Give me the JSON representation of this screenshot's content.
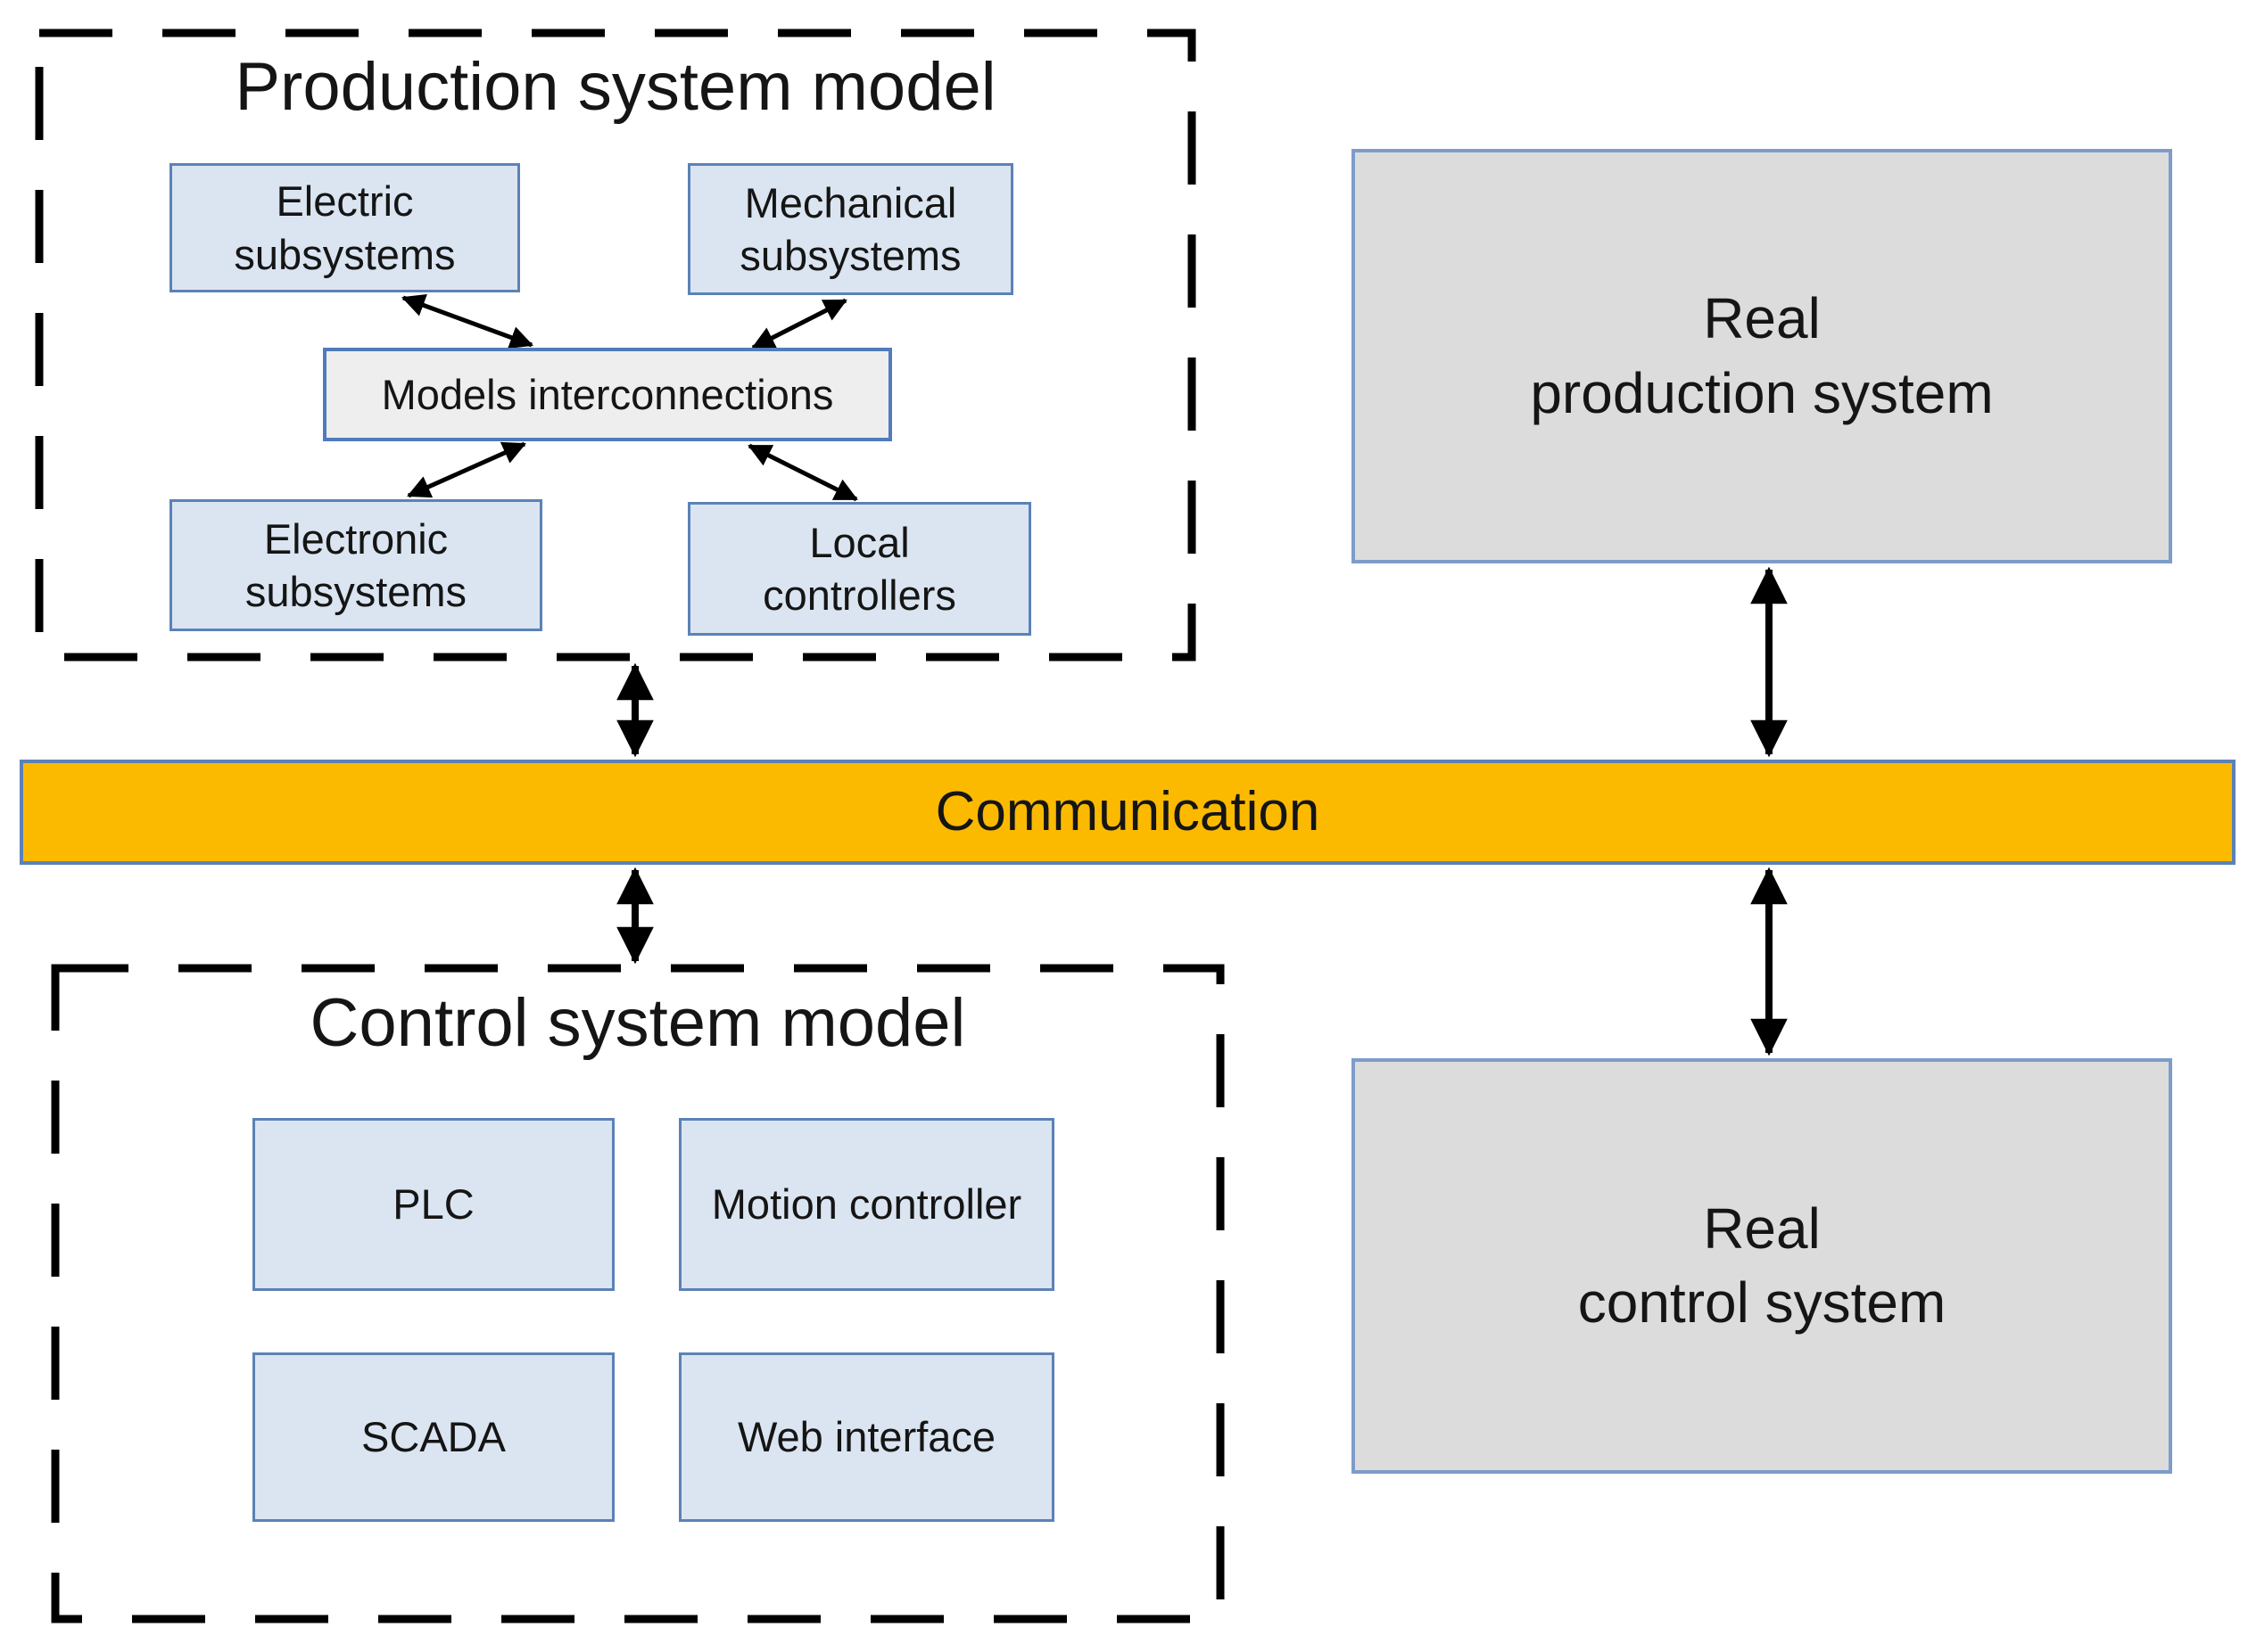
{
  "colors": {
    "box_blue_fill": "#dbe5f1",
    "box_blue_border": "#5b82b6",
    "interconnect_fill": "#eeeeee",
    "interconnect_border": "#4f7cbb",
    "real_fill": "#dcdcdc",
    "real_border": "#7d9cc9",
    "bar_fill": "#fbba00",
    "bar_border": "#5b82b6",
    "line": "#000000",
    "text": "#151515"
  },
  "production_model": {
    "title": "Production system model",
    "boxes": {
      "electric": "Electric\nsubsystems",
      "mechanical": "Mechanical\nsubsystems",
      "interconnections": "Models interconnections",
      "electronic": "Electronic\nsubsystems",
      "local_controllers": "Local\ncontrollers"
    }
  },
  "control_model": {
    "title": "Control system model",
    "boxes": {
      "plc": "PLC",
      "motion": "Motion controller",
      "scada": "SCADA",
      "web": "Web interface"
    }
  },
  "communication": {
    "label": "Communication"
  },
  "real_systems": {
    "production": "Real\nproduction system",
    "control": "Real\ncontrol system"
  }
}
